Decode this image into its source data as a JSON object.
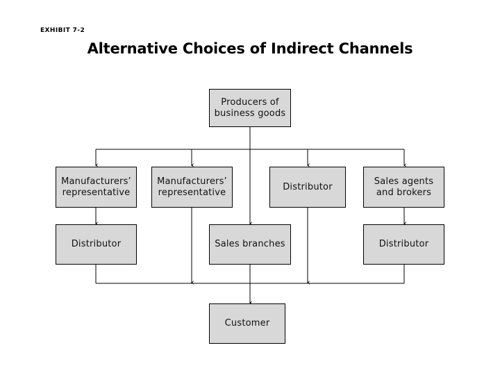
{
  "header": {
    "exhibit_label": "EXHIBIT 7-2",
    "title": "Alternative Choices of Indirect Channels"
  },
  "colors": {
    "background": "#ffffff",
    "box_fill": "#d8d8d8",
    "box_border": "#000000",
    "connector": "#000000",
    "text": "#111111"
  },
  "diagram": {
    "type": "flowchart",
    "orientation": "top-down",
    "nodes": {
      "producers": {
        "label": "Producers of\nbusiness goods"
      },
      "row2": [
        {
          "label": "Manufacturers’\nrepresentative"
        },
        {
          "label": "Manufacturers’\nrepresentative"
        },
        {
          "label": "Distributor"
        },
        {
          "label": "Sales agents\nand brokers"
        }
      ],
      "row3": [
        {
          "label": "Distributor"
        },
        {
          "label": "Sales branches"
        },
        {
          "label": "Distributor"
        }
      ],
      "customer": {
        "label": "Customer"
      }
    },
    "edges": [
      {
        "from": "producers",
        "to": "row2.0"
      },
      {
        "from": "producers",
        "to": "row2.1"
      },
      {
        "from": "producers",
        "to": "row2.2"
      },
      {
        "from": "producers",
        "to": "row2.3"
      },
      {
        "from": "row2.0",
        "to": "row3.0"
      },
      {
        "from": "row2.1",
        "to": "customer"
      },
      {
        "from": "row2.2",
        "to": "row3.1"
      },
      {
        "from": "row2.3",
        "to": "row3.2"
      },
      {
        "from": "row3.0",
        "to": "customer"
      },
      {
        "from": "row3.1",
        "to": "customer"
      },
      {
        "from": "row3.2",
        "to": "customer"
      }
    ],
    "channels": [
      [
        "Producers of business goods",
        "Manufacturers’ representative",
        "Distributor",
        "Customer"
      ],
      [
        "Producers of business goods",
        "Manufacturers’ representative",
        "Customer"
      ],
      [
        "Producers of business goods",
        "Distributor",
        "Sales branches",
        "Customer"
      ],
      [
        "Producers of business goods",
        "Sales agents and brokers",
        "Distributor",
        "Customer"
      ]
    ]
  }
}
